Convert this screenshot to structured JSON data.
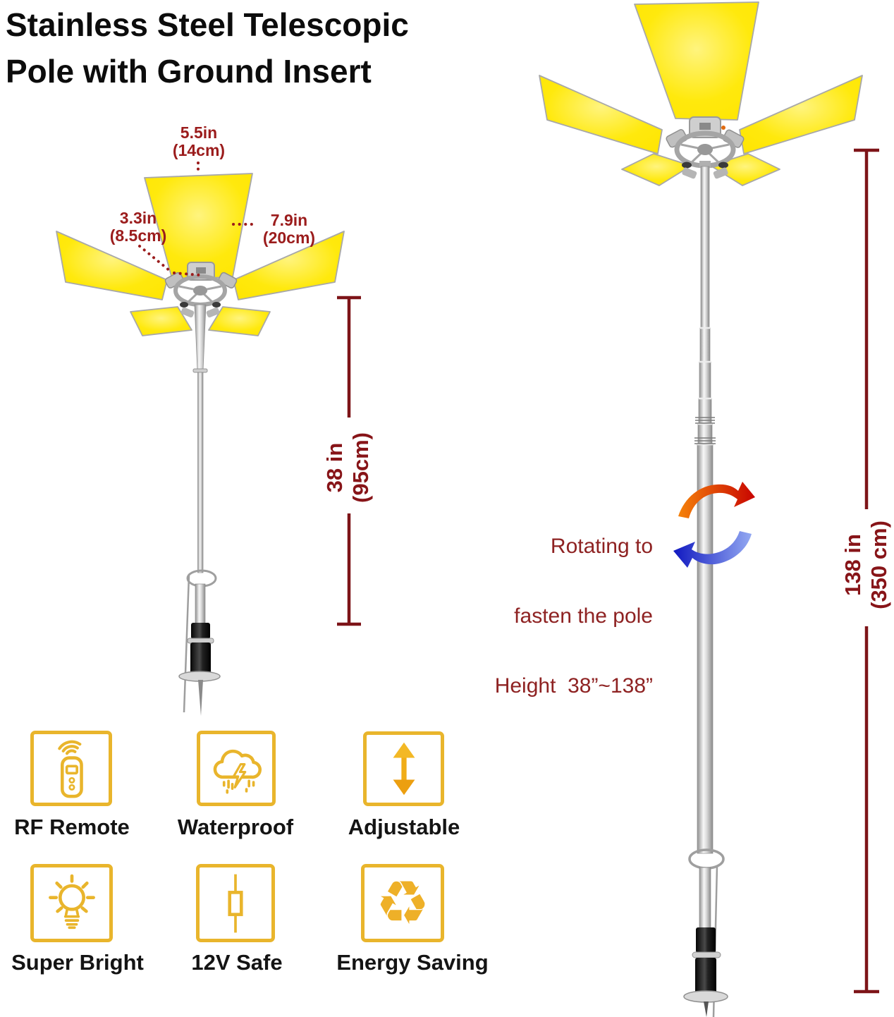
{
  "title": {
    "line1": "Stainless Steel Telescopic",
    "line2": "Pole with Ground Insert"
  },
  "collapsed_lamp": {
    "head_width": {
      "value": "5.5in",
      "metric": "(14cm)"
    },
    "panel_width": {
      "value": "3.3in",
      "metric": "(8.5cm)"
    },
    "panel_length": {
      "value": "7.9in",
      "metric": "(20cm)"
    },
    "pole_height": {
      "value": "38 in",
      "metric": "(95cm)"
    }
  },
  "extended_lamp": {
    "note_line1": "Rotating to",
    "note_line2": "fasten the pole",
    "note_line3": "Height  38”~138”",
    "pole_height": {
      "value": "138 in",
      "metric": "(350 cm)"
    }
  },
  "features": [
    {
      "name": "rf-remote",
      "label": "RF Remote"
    },
    {
      "name": "waterproof",
      "label": "Waterproof"
    },
    {
      "name": "adjustable",
      "label": "Adjustable"
    },
    {
      "name": "super-bright",
      "label": "Super Bright"
    },
    {
      "name": "12v-safe",
      "label": "12V Safe"
    },
    {
      "name": "energy-saving",
      "label": "Energy Saving",
      "glyph": "♻"
    }
  ],
  "colors": {
    "dimension_text_red": "#9b1c1c",
    "measure_line_maroon": "#7d1418",
    "note_red": "#8e2222",
    "panel_yellow": "#ffe607",
    "icon_gold": "#e9b52c",
    "arrow_orange": "#d83000",
    "arrow_blue": "#1b2bc4",
    "label_black": "#141414"
  }
}
